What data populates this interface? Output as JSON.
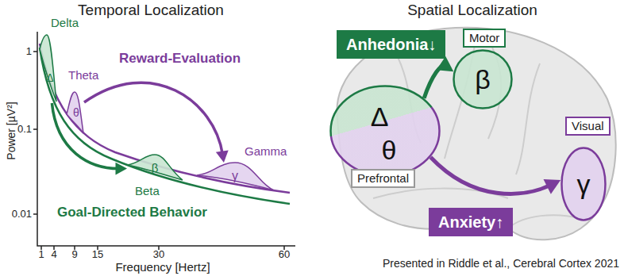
{
  "diagram": {
    "caption": "Presented in Riddle et al., Cerebral Cortex 2021",
    "nodes": [
      {
        "text": [
          "Δ"
        ]
      },
      {
        "text": [
          "θ"
        ]
      },
      {
        "text": [
          "β"
        ]
      },
      {
        "text": [
          "γ"
        ]
      },
      {
        "text": [
          "Anhedonia↓"
        ]
      },
      {
        "text": [
          "Motor"
        ]
      },
      {
        "text": [
          "β"
        ]
      },
      {
        "text": [
          "Δ",
          "θ"
        ]
      },
      {
        "text": [
          "Prefrontal"
        ]
      },
      {
        "text": [
          "Visual"
        ]
      },
      {
        "text": [
          "γ"
        ]
      },
      {
        "text": [
          "Anxiety↑"
        ]
      }
    ],
    "edges": [
      {
        "from": 0,
        "to": 2,
        "arrow": "to"
      },
      {
        "from": 1,
        "to": 3,
        "arrow": "to"
      },
      {
        "from": 7,
        "to": 6,
        "arrow": "to"
      },
      {
        "from": 7,
        "to": 10,
        "arrow": "to"
      }
    ],
    "labels": [
      "Temporal Localization",
      "Spatial Localization",
      "Power [µV²]",
      "1",
      "0.1",
      "0.01",
      "Delta",
      "Theta",
      "Reward-Evaluation",
      "Gamma",
      "Beta",
      "Goal-Directed Behavior",
      "1",
      "4",
      "9",
      "15",
      "30",
      "60",
      "Frequency [Hertz]"
    ]
  }
}
